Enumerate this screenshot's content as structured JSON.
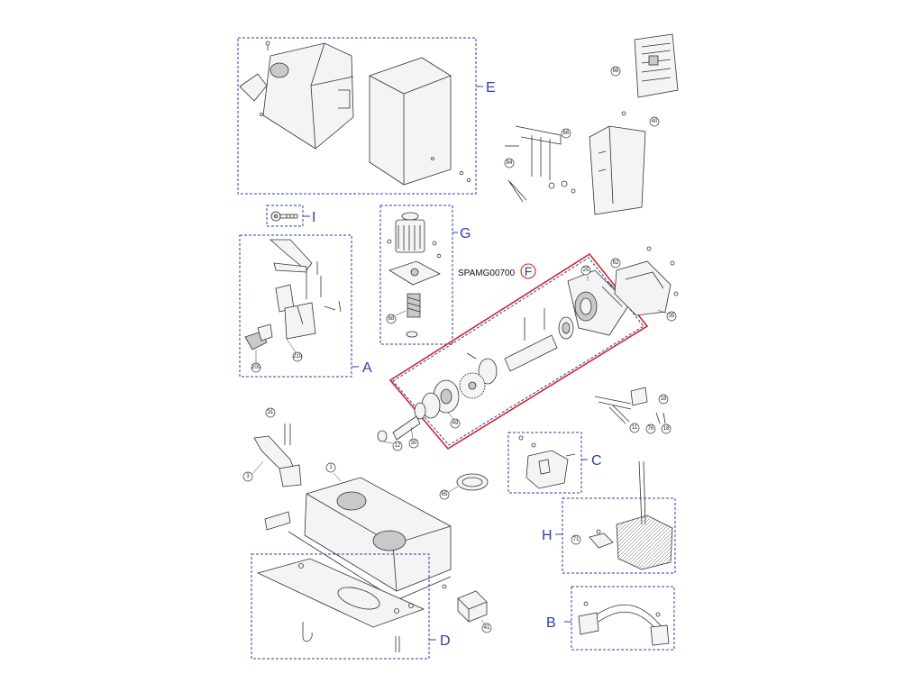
{
  "part_code": "SPAMG00700",
  "groups": {
    "A": "A",
    "B": "B",
    "C": "C",
    "D": "D",
    "E": "E",
    "F": "F",
    "G": "G",
    "H": "H",
    "I": "I"
  },
  "callouts": [
    "66",
    "66",
    "40",
    "84",
    "62",
    "25",
    "35",
    "68",
    "200",
    "210",
    "18",
    "11",
    "76",
    "18",
    "49",
    "12",
    "30",
    "31",
    "3",
    "1",
    "65",
    "71",
    "41"
  ],
  "highlight_color": "#d2232a",
  "group_color": "#2b3fa8"
}
